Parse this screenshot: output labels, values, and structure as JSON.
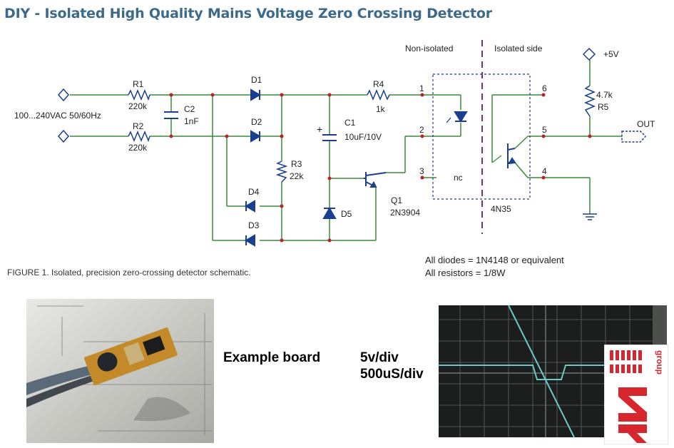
{
  "title": "DIY - Isolated High Quality Mains Voltage Zero Crossing Detector",
  "schematic": {
    "input_label": "100...240VAC 50/60Hz",
    "non_isolated_label": "Non-isolated",
    "isolated_label": "Isolated side",
    "supply_label": "+5V",
    "output_label": "OUT",
    "nc_label": "nc",
    "optocoupler": "4N35",
    "components": {
      "R1": {
        "name": "R1",
        "value": "220k"
      },
      "R2": {
        "name": "R2",
        "value": "220k"
      },
      "C2": {
        "name": "C2",
        "value": "1nF"
      },
      "D1": {
        "name": "D1"
      },
      "D2": {
        "name": "D2"
      },
      "D3": {
        "name": "D3"
      },
      "D4": {
        "name": "D4"
      },
      "D5": {
        "name": "D5"
      },
      "R3": {
        "name": "R3",
        "value": "22k"
      },
      "C1": {
        "name": "C1",
        "value": "10uF/10V",
        "polarity": "+"
      },
      "R4": {
        "name": "R4",
        "value": "1k"
      },
      "Q1": {
        "name": "Q1",
        "value": "2N3904"
      },
      "R5": {
        "name": "R5",
        "value": "4.7k"
      }
    },
    "pins": [
      "1",
      "2",
      "3",
      "4",
      "5",
      "6"
    ],
    "notes": [
      "All diodes = 1N4148 or equivalent",
      "All resistors = 1/8W"
    ],
    "caption": "FIGURE 1. Isolated, precision zero-crossing detector schematic.",
    "colors": {
      "wire": "#3a8a3a",
      "component": "#1a3f8f",
      "node": "#c02020",
      "title": "#3d6a8a",
      "isolation": "#7a2a8a"
    }
  },
  "photo": {
    "label": "Example board"
  },
  "scope": {
    "volts_per_div": "5v/div",
    "time_per_div": "500uS/div"
  },
  "logo": {
    "text": "group"
  }
}
